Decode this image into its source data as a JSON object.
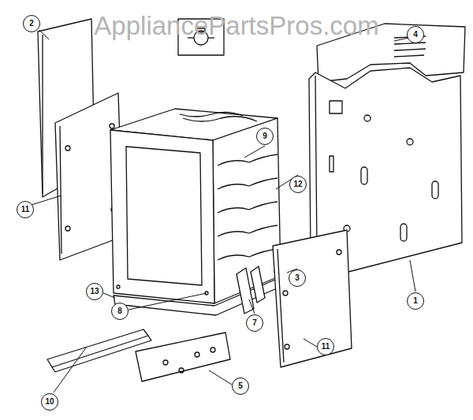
{
  "diagram": {
    "nodes": [
      {
        "text": [
          "2"
        ]
      },
      {
        "text": [
          "4"
        ]
      },
      {
        "text": [
          "9"
        ]
      },
      {
        "text": [
          "11"
        ]
      },
      {
        "text": [
          "12"
        ]
      },
      {
        "text": [
          "1"
        ]
      },
      {
        "text": [
          "3"
        ]
      },
      {
        "text": [
          "13"
        ]
      },
      {
        "text": [
          "8"
        ]
      },
      {
        "text": [
          "7"
        ]
      },
      {
        "text": [
          "11"
        ]
      },
      {
        "text": [
          "10"
        ]
      },
      {
        "text": [
          "5"
        ]
      }
    ],
    "labels": [
      "AppliancePartsPros.com"
    ]
  }
}
